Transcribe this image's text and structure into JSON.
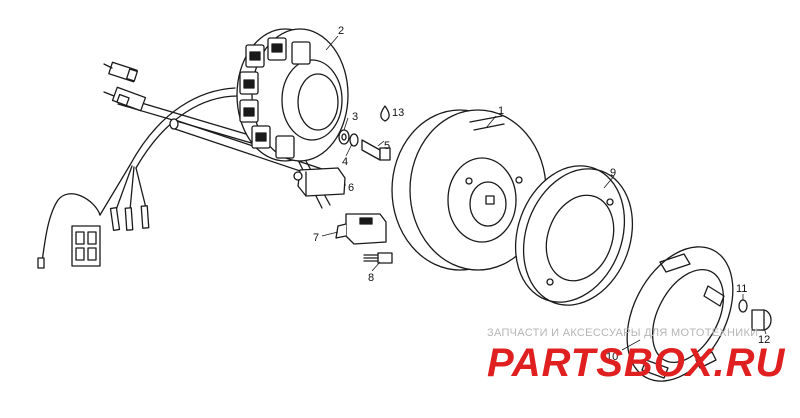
{
  "callouts": {
    "c1": "1",
    "c2": "2",
    "c3": "3",
    "c4": "4",
    "c5": "5",
    "c6": "6",
    "c7": "7",
    "c8": "8",
    "c9": "9",
    "c10": "10",
    "c11": "11",
    "c12": "12",
    "c13": "13"
  },
  "watermark": {
    "caption": "ЗАПЧАСТИ И АКСЕССУАРЫ ДЛЯ МОТОТЕХНИКИ",
    "brand": "PARTSBOX.RU",
    "caption_color": "#b5b5b5",
    "brand_color": "#e02020"
  }
}
